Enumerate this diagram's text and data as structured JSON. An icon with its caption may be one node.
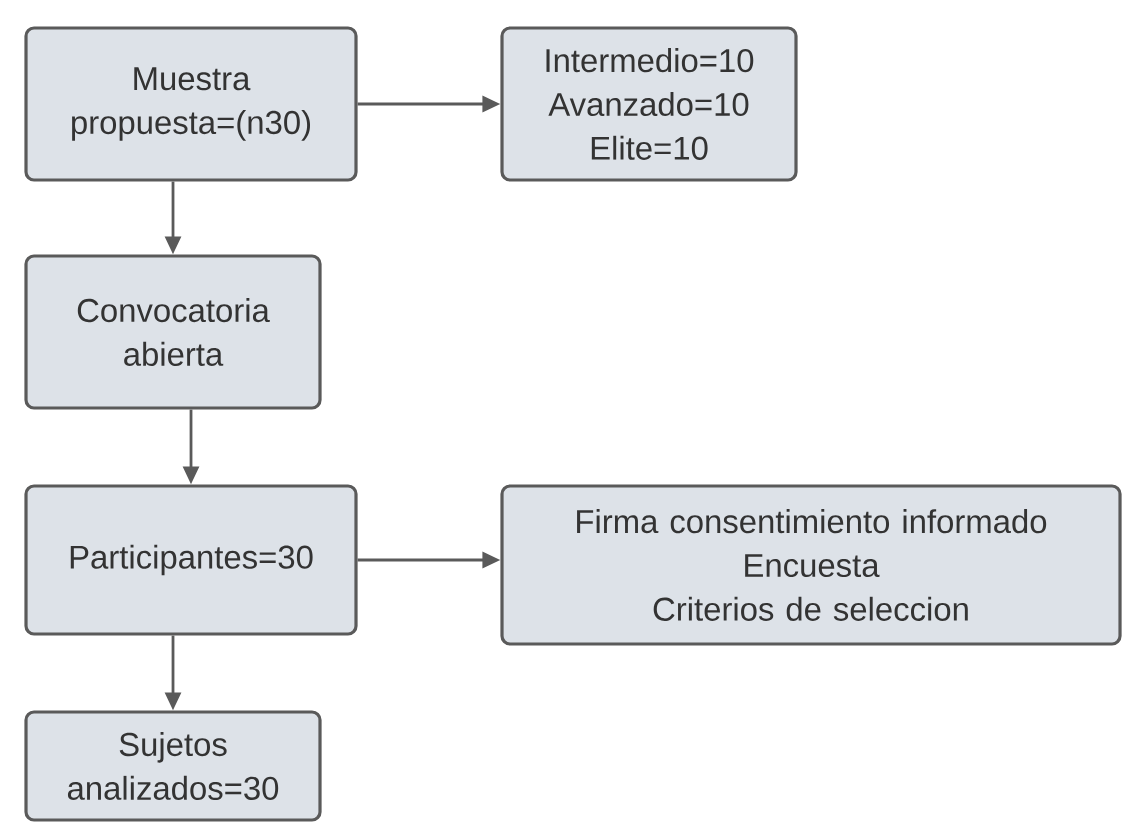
{
  "diagram": {
    "nodes": [
      {
        "text": [
          "Muestra propuesta=(n30)"
        ]
      },
      {
        "text": [
          "Intermedio=10",
          "Avanzado=10",
          "Elite=10"
        ]
      },
      {
        "text": [
          "Convocatoria abierta"
        ]
      },
      {
        "text": [
          "Participantes=30"
        ]
      },
      {
        "text": [
          "Firma consentimiento informado",
          "Encuesta",
          "Criterios de seleccion"
        ]
      },
      {
        "text": [
          "Sujetos analizados=30"
        ]
      }
    ],
    "edges": [
      {
        "from": 0,
        "to": 1,
        "arrow": "to"
      },
      {
        "from": 0,
        "to": 2,
        "arrow": "to"
      },
      {
        "from": 2,
        "to": 3,
        "arrow": "to"
      },
      {
        "from": 3,
        "to": 4,
        "arrow": "to"
      },
      {
        "from": 3,
        "to": 5,
        "arrow": "to"
      }
    ]
  }
}
